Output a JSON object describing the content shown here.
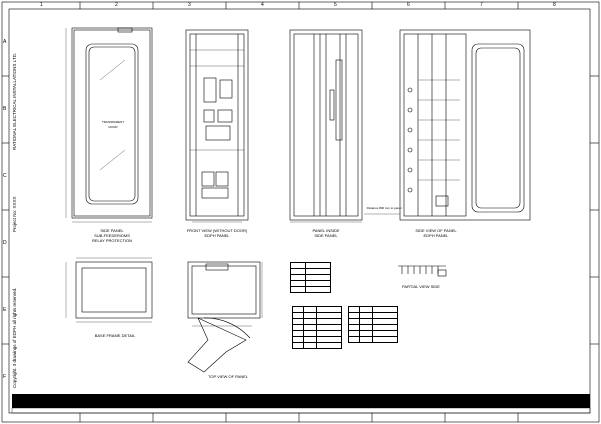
{
  "grid": {
    "cols": [
      "1",
      "2",
      "3",
      "4",
      "5",
      "6",
      "7",
      "8"
    ],
    "rows": [
      "A",
      "B",
      "C",
      "D",
      "E",
      "F"
    ]
  },
  "views": {
    "side_panel": {
      "title": "SIDE PANEL",
      "sub1": "SUB-FEEDER/DMS",
      "sub2": "RELAY PROTECTION"
    },
    "front_view": {
      "title": "FRONT VIEW (WITHOUT DOOR)",
      "sub1": "EDPH PANEL"
    },
    "panel_inside": {
      "title": "PANEL INSIDE",
      "sub1": "SIDE PANEL"
    },
    "side_view": {
      "title": "SIDE VIEW OF PANEL",
      "sub1": "EDPH PANEL"
    },
    "base_frame": {
      "title": "BASE FRAME DETAIL"
    },
    "top_view": {
      "title": "TOP VIEW OF PANEL"
    },
    "partial_view": {
      "title": "PARTIAL VIEW SIDE"
    }
  },
  "door_text": {
    "line1": "TRANSPARENT",
    "line2": "DOOR"
  },
  "left_margin": {
    "line1": "RATIONAL ELECTRICAL INSTALLATIONS LTD.",
    "line2": "Project No: XXXX",
    "line3": "Copyright. 3 drawings of EDPH all rights reserved."
  },
  "dim_note": "Distance 800 mm to panel",
  "colors": {
    "ink": "#000000",
    "paper": "#ffffff"
  }
}
